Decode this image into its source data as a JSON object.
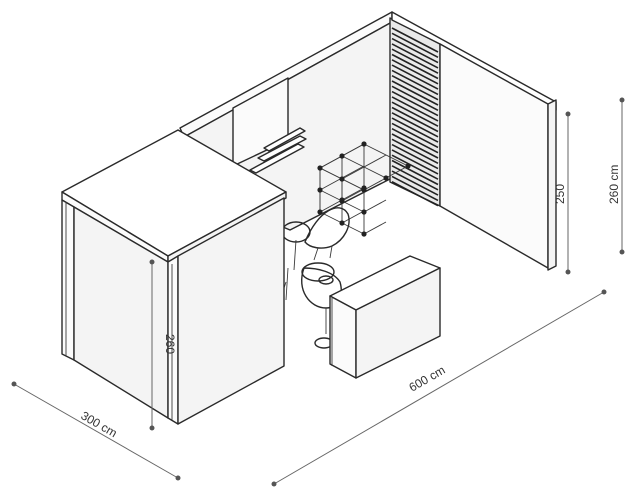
{
  "dimensions": {
    "depth": "300 cm",
    "width": "600 cm",
    "height_total": "260 cm",
    "wall_height": "250",
    "column_height": "260"
  }
}
